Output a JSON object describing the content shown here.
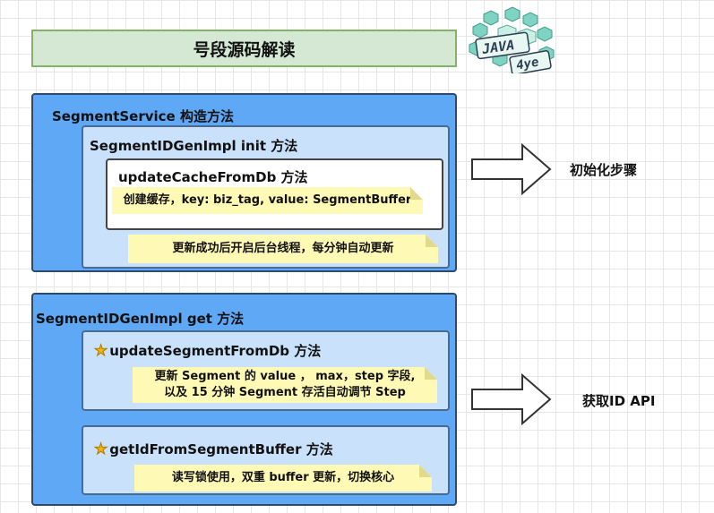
{
  "title": "号段源码解读",
  "logo": {
    "line1": "JAVA",
    "line2": "4ye"
  },
  "init_section": {
    "outer_label": "SegmentService 构造方法",
    "mid_label": "SegmentIDGenImpl init 方法",
    "inner_label": "updateCacheFromDb 方法",
    "inner_note": "创建缓存，key: biz_tag, value: SegmentBuffer",
    "mid_note": "更新成功后开启后台线程，每分钟自动更新",
    "arrow_label": "初始化步骤"
  },
  "get_section": {
    "outer_label": "SegmentIDGenImpl get 方法",
    "box1_label": "updateSegmentFromDb 方法",
    "box1_note_line1": "更新 Segment 的 value ， max，step 字段,",
    "box1_note_line2": "以及 15 分钟 Segment 存活自动调节 Step",
    "box2_label": "getIdFromSegmentBuffer 方法",
    "box2_note": "读写锁使用，双重 buffer 更新，切换核心",
    "arrow_label": "获取ID API"
  },
  "colors": {
    "outer_fill": "#5fa8f5",
    "mid_fill": "#c9e1fb",
    "note_fill": "#fff9b6",
    "title_fill": "#d5e8d4",
    "star": "#f5b400"
  },
  "icons": [
    "star-icon",
    "right-arrow-icon",
    "logo-icon"
  ]
}
